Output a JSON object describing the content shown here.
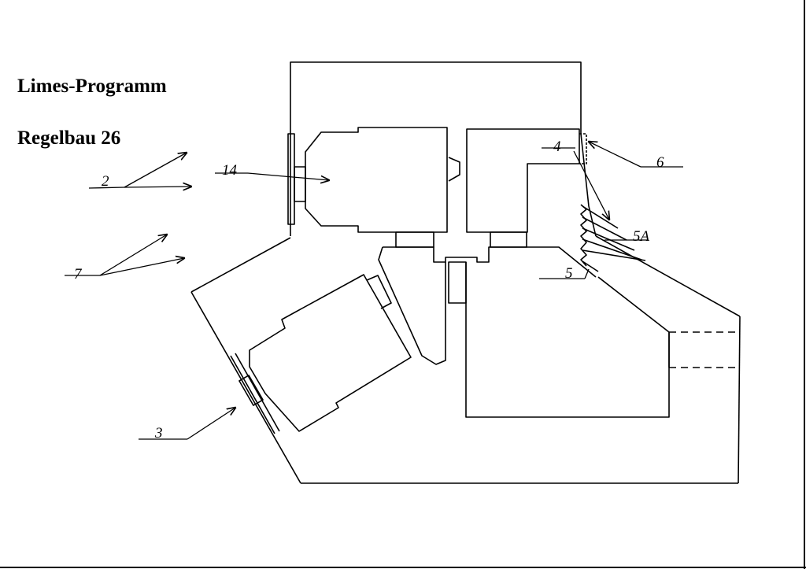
{
  "title": "Limes-Programm",
  "subtitle": "Regelbau 26",
  "labels": {
    "l2": "2",
    "l14": "14",
    "l7": "7",
    "l3": "3",
    "l4": "4",
    "l6": "6",
    "l5a": "5A",
    "l5": "5"
  },
  "colors": {
    "ink": "#000000",
    "paper": "#ffffff"
  }
}
